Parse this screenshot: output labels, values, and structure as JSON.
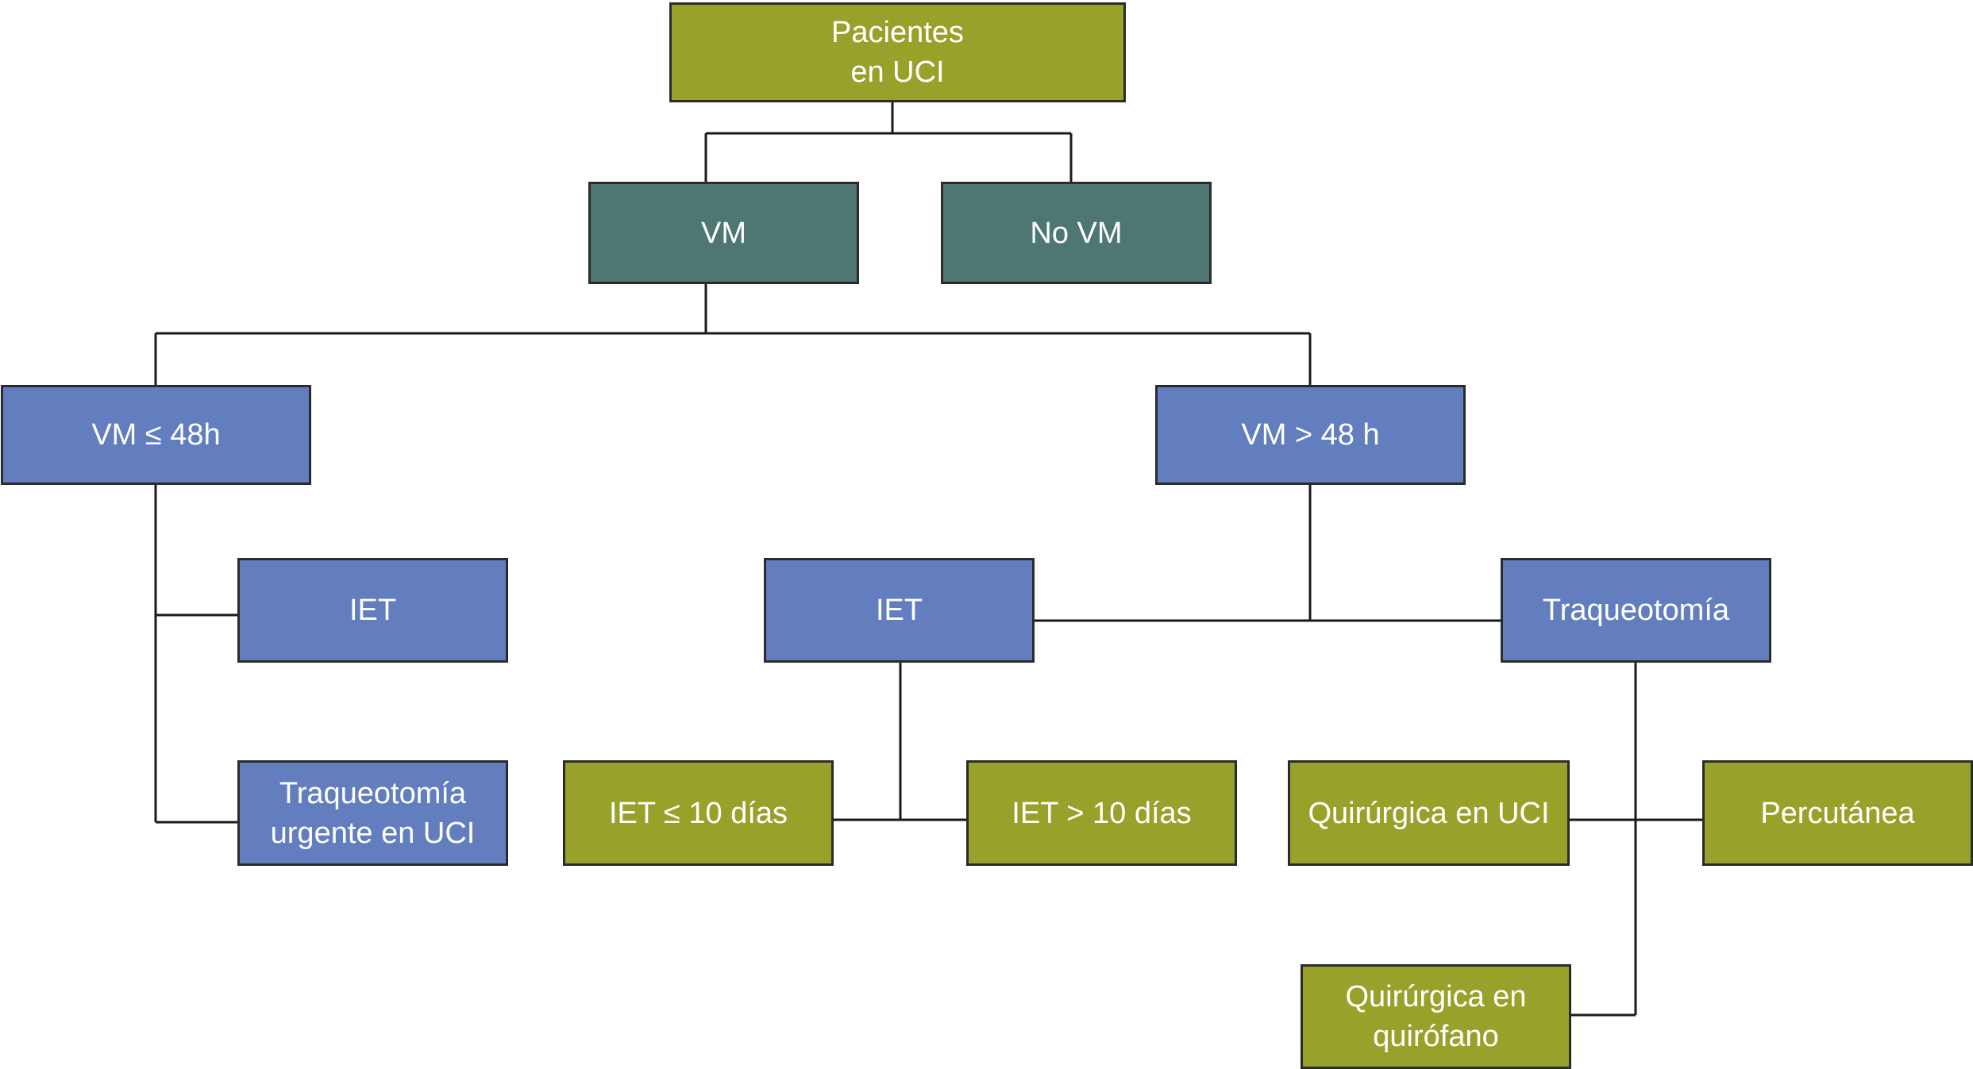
{
  "nodes": {
    "root": "Pacientes\nen UCI",
    "vm": "VM",
    "no_vm": "No VM",
    "vm_le_48": "VM ≤ 48h",
    "vm_gt_48": "VM > 48 h",
    "iet_left": "IET",
    "traq_urgente": "Traqueotomía\nurgente en UCI",
    "iet_mid": "IET",
    "traqueotomia": "Traqueotomía",
    "iet_le_10": "IET ≤ 10 días",
    "iet_gt_10": "IET > 10 días",
    "quirurgica_uci": "Quirúrgica en UCI",
    "percutanea": "Percutánea",
    "quirurgica_quirofano": "Quirúrgica en\nquirófano"
  },
  "colors": {
    "olive": "#98a22b",
    "teal": "#4e7673",
    "blue": "#627ebf",
    "line": "#1a1a1a",
    "text": "#ffffff"
  }
}
